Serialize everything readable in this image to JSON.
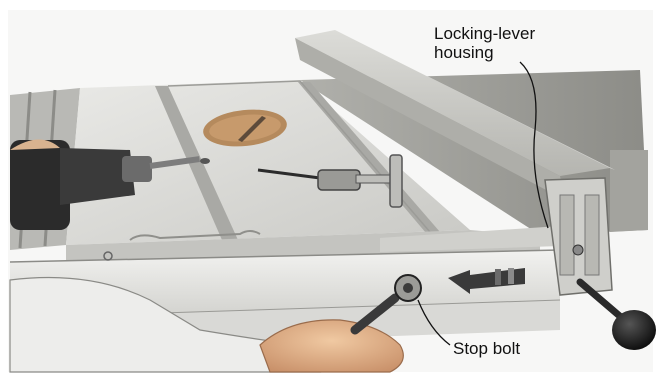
{
  "callouts": {
    "locking_lever_line1": "Locking-lever",
    "locking_lever_line2": "housing",
    "stop_bolt": "Stop bolt"
  }
}
